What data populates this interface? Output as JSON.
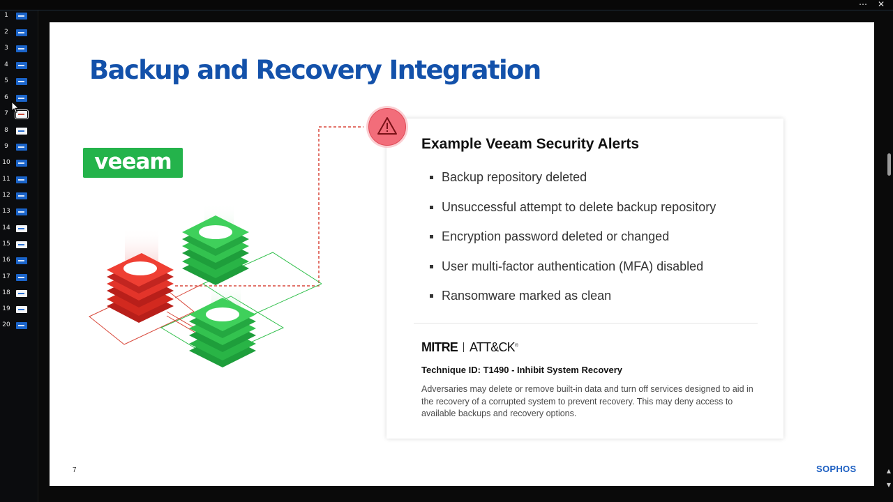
{
  "window": {
    "more_icon": "more-dots-icon",
    "more_glyph": "⋯",
    "close_icon": "close-icon",
    "close_glyph": "✕"
  },
  "thumbnails": [
    "1",
    "2",
    "3",
    "4",
    "5",
    "6",
    "7",
    "8",
    "9",
    "10",
    "11",
    "12",
    "13",
    "14",
    "15",
    "16",
    "17",
    "18",
    "19",
    "20"
  ],
  "slide": {
    "title": "Backup and Recovery Integration",
    "logo_text": "veeam",
    "card": {
      "title": "Example Veeam Security Alerts",
      "alerts": [
        "Backup repository deleted",
        "Unsuccessful attempt to delete backup repository",
        "Encryption password deleted or changed",
        "User multi-factor authentication (MFA) disabled",
        "Ransomware marked as clean"
      ],
      "mitre_left": "MITRE",
      "mitre_right": "ATT&CK",
      "mitre_mark": "®",
      "technique": "Technique ID: T1490 - Inhibit System Recovery",
      "description": "Adversaries may delete or remove built-in data and turn off services designed to aid in the recovery of a corrupted system to prevent recovery. This may deny access to available backups and recovery options."
    },
    "page_number": "7",
    "brand": "SOPHOS"
  },
  "colors": {
    "title_blue": "#1351aa",
    "veeam_green": "#24b34b",
    "alert_red": "#f26d7a",
    "sophos_blue": "#1c5fc2"
  }
}
